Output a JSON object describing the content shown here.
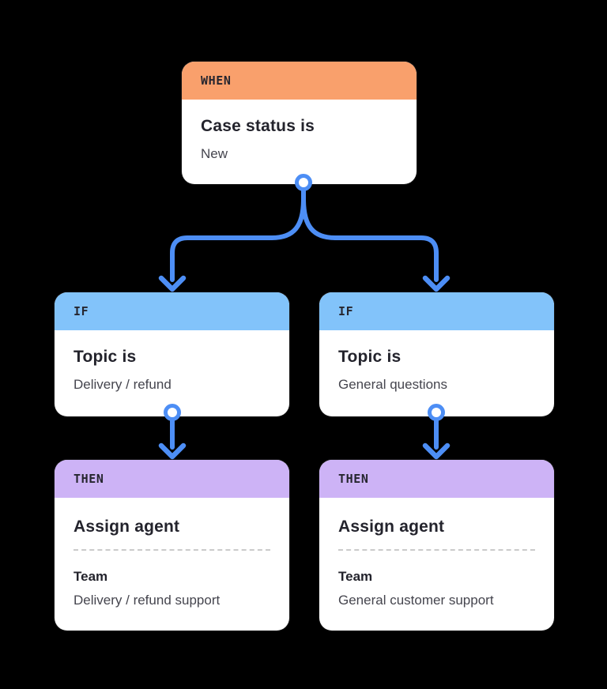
{
  "colors": {
    "canvas-bg": "#000000",
    "card-bg": "#ffffff",
    "when-header": "#F9A06C",
    "if-header": "#82C3FA",
    "then-header": "#CDB3F6",
    "connector": "#4D8EF5",
    "title-text": "#23232C",
    "muted-text": "#45454E",
    "divider": "#CBCBCB"
  },
  "nodes": {
    "when": {
      "type_label": "WHEN",
      "title": "Case status is",
      "value": "New"
    },
    "if_left": {
      "type_label": "IF",
      "title": "Topic is",
      "value": "Delivery / refund"
    },
    "if_right": {
      "type_label": "IF",
      "title": "Topic is",
      "value": "General questions"
    },
    "then_left": {
      "type_label": "THEN",
      "title": "Assign agent",
      "field_label": "Team",
      "field_value": "Delivery / refund support"
    },
    "then_right": {
      "type_label": "THEN",
      "title": "Assign agent",
      "field_label": "Team",
      "field_value": "General customer support"
    }
  }
}
